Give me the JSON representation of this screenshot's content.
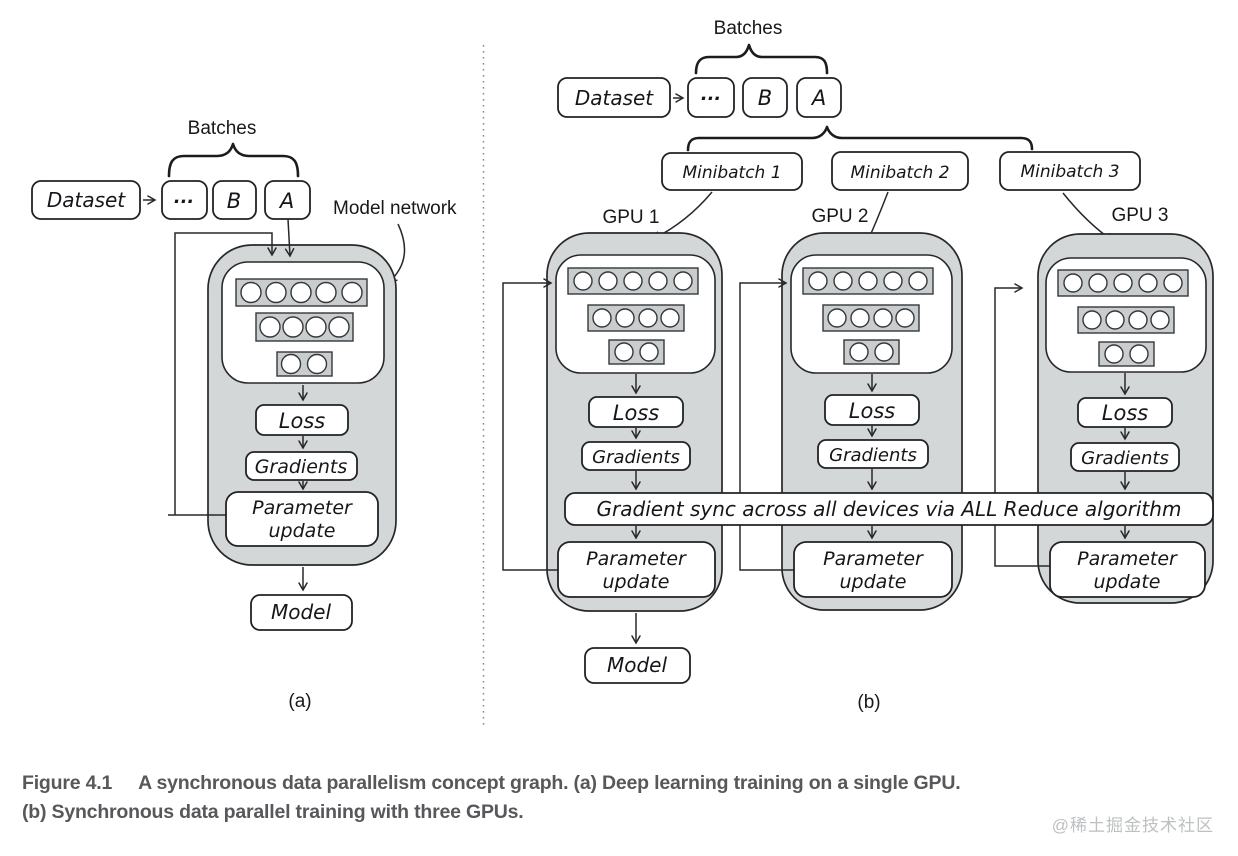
{
  "colors": {
    "container_fill": "#d4d7d7",
    "strip_fill": "#c9cdce",
    "stroke": "#26282b",
    "caption_text": "#56585b",
    "watermark_text": "#bdc0c2"
  },
  "panel_a": {
    "batches_label": "Batches",
    "dataset_label": "Dataset",
    "batch_items": [
      "...",
      "B",
      "A"
    ],
    "model_network_label": "Model network",
    "network_layers": [
      5,
      4,
      2
    ],
    "flow": {
      "loss": "Loss",
      "gradients": "Gradients",
      "param_update_line1": "Parameter",
      "param_update_line2": "update",
      "model": "Model"
    },
    "caption": "(a)"
  },
  "panel_b": {
    "batches_label": "Batches",
    "dataset_label": "Dataset",
    "batch_items": [
      "...",
      "B",
      "A"
    ],
    "minibatches": [
      "Minibatch 1",
      "Minibatch 2",
      "Minibatch 3"
    ],
    "gpu_labels": [
      "GPU 1",
      "GPU 2",
      "GPU 3"
    ],
    "network_layers": [
      5,
      4,
      2
    ],
    "flow": {
      "loss": "Loss",
      "gradients": "Gradients",
      "param_update_line1": "Parameter",
      "param_update_line2": "update",
      "model": "Model"
    },
    "sync_bar": "Gradient sync across all devices via ALL Reduce algorithm",
    "caption": "(b)"
  },
  "figure_caption": {
    "label": "Figure 4.1",
    "line1": "A synchronous data parallelism concept graph. (a) Deep learning training on a single GPU.",
    "line2": "(b) Synchronous data parallel training with three GPUs."
  },
  "watermark": "@稀土掘金技术社区"
}
